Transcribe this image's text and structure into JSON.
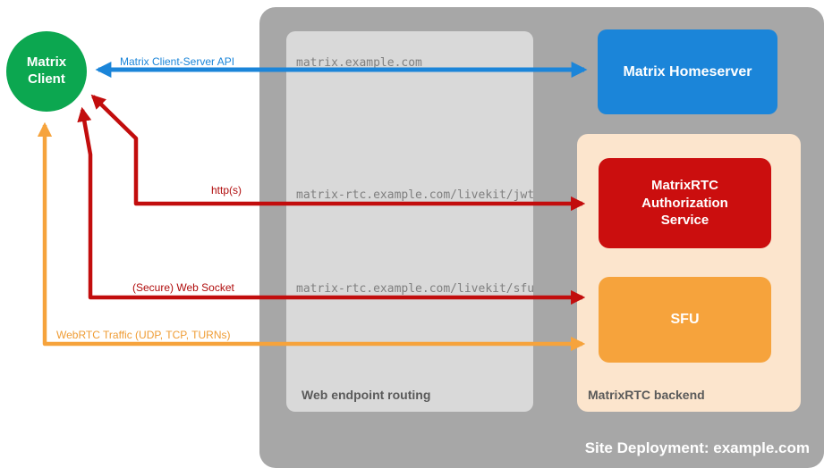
{
  "canvas": {
    "background": "#ffffff"
  },
  "client": {
    "label": "Matrix Client",
    "color": "#0ca750"
  },
  "site": {
    "label": "Site Deployment: example.com",
    "bg": "#a7a7a7"
  },
  "routing": {
    "label": "Web endpoint routing",
    "bg": "#d9d9d9",
    "endpoints": [
      "matrix.example.com",
      "matrix-rtc.example.com/livekit/jwt",
      "matrix-rtc.example.com/livekit/sfu"
    ]
  },
  "backend": {
    "label": "MatrixRTC backend",
    "bg": "#fce5cd"
  },
  "nodes": {
    "homeserver": {
      "label": "Matrix Homeserver",
      "color": "#1b85d9"
    },
    "auth": {
      "label": "MatrixRTC Authorization Service",
      "color": "#cb0e0e"
    },
    "sfu": {
      "label": "SFU",
      "color": "#f6a33c"
    }
  },
  "arrows": [
    {
      "label": "Matrix Client-Server API",
      "color": "#1b85d9",
      "from": "Matrix Client",
      "to": "Matrix Homeserver",
      "bidirectional": true
    },
    {
      "label": "http(s)",
      "color": "#c20d0d",
      "from": "Matrix Client",
      "to": "MatrixRTC Authorization Service",
      "bidirectional": true
    },
    {
      "label": "(Secure) Web Socket",
      "color": "#c20d0d",
      "from": "Matrix Client",
      "to": "SFU",
      "bidirectional": true
    },
    {
      "label": "WebRTC Traffic (UDP, TCP, TURNs)",
      "color": "#f6a33c",
      "from": "Matrix Client",
      "to": "SFU",
      "bidirectional": true
    }
  ]
}
